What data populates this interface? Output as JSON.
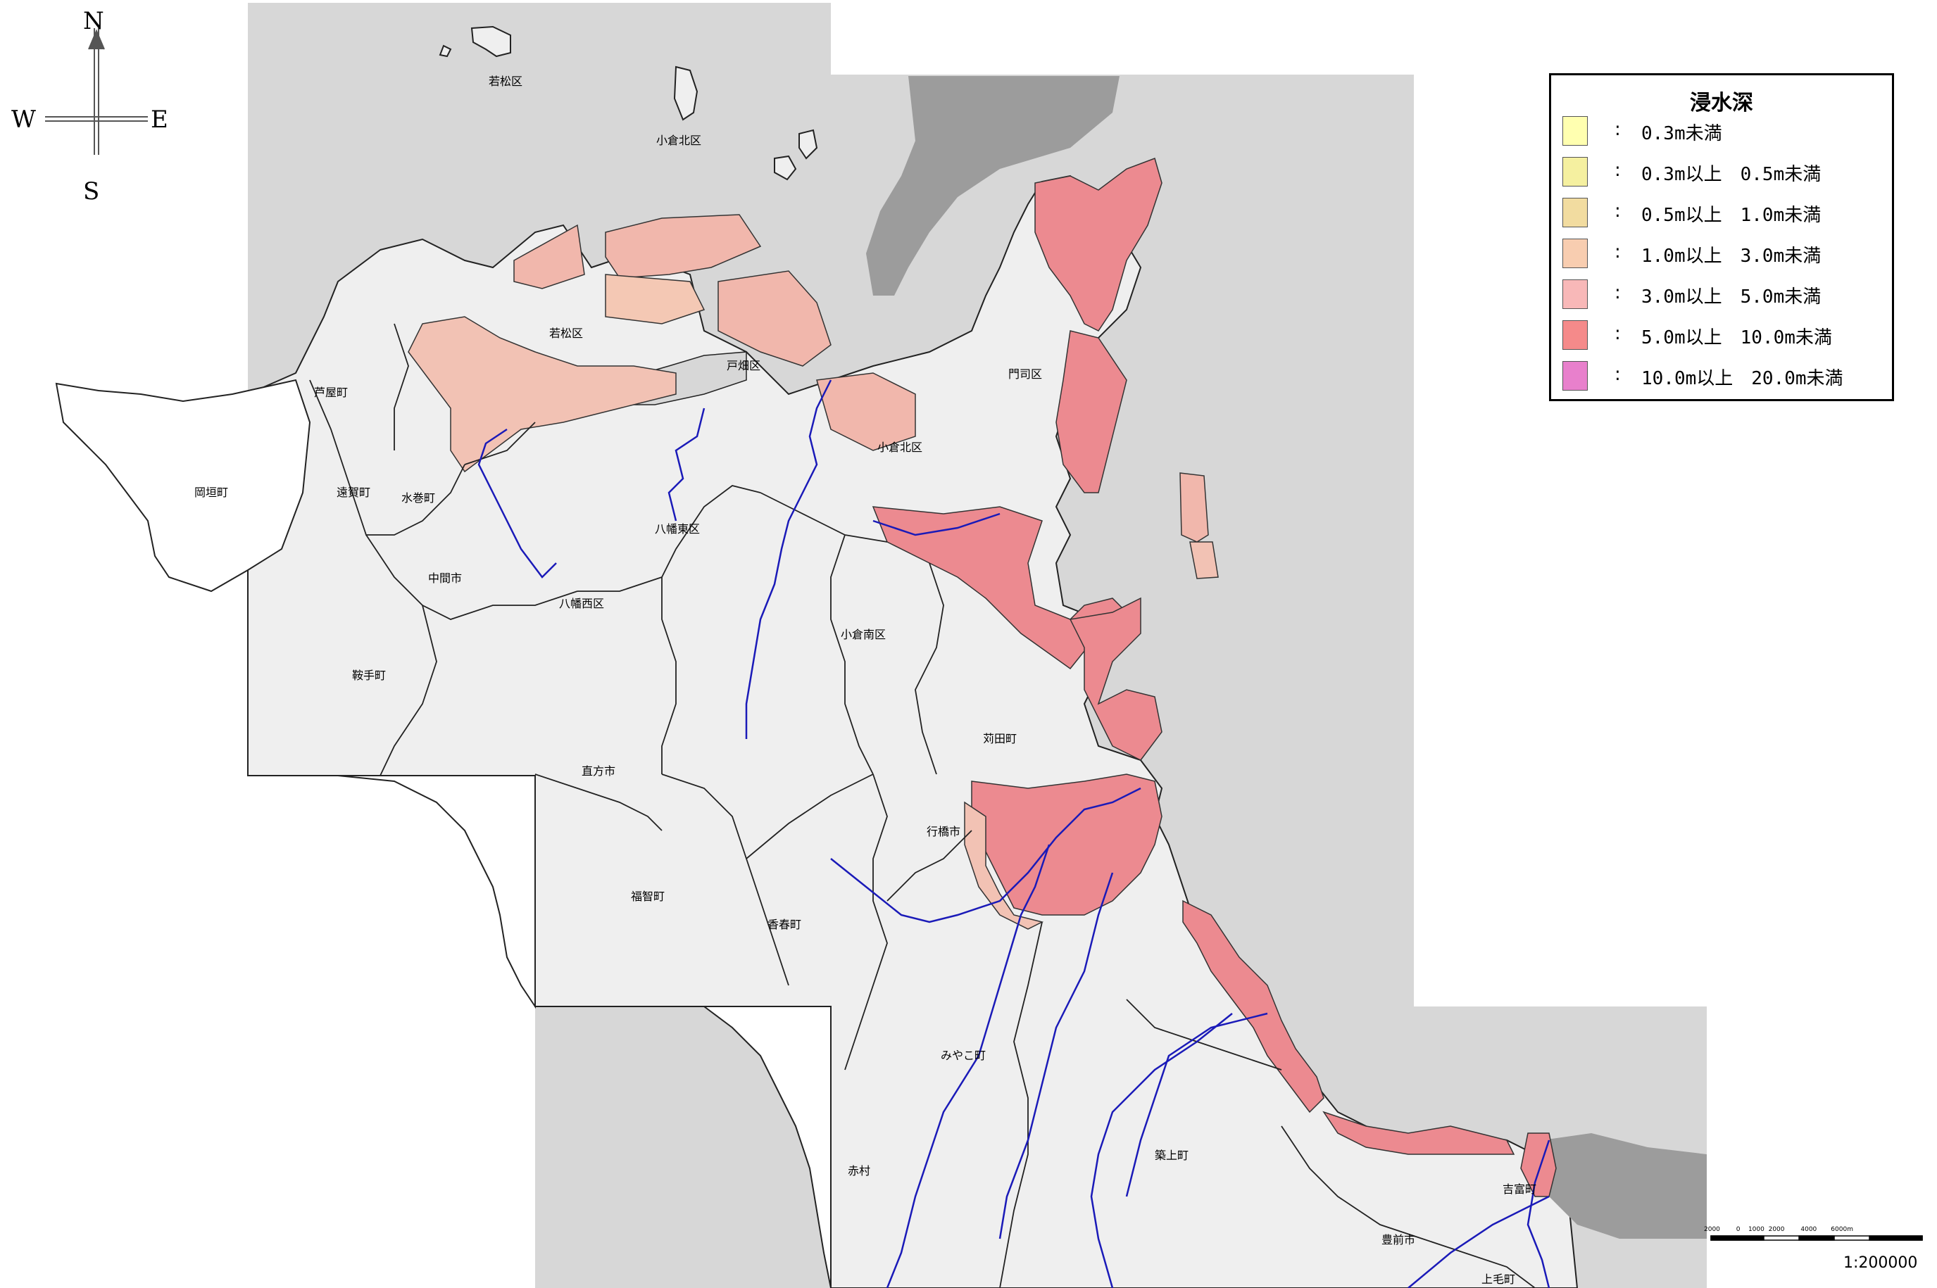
{
  "compass": {
    "north": "N",
    "south": "S",
    "east": "E",
    "west": "W"
  },
  "legend": {
    "title": "浸水深",
    "items": [
      {
        "label": "0.3m未満",
        "color": "#ffffb0"
      },
      {
        "label": "0.3m以上　0.5m未満",
        "color": "#f5f0a0"
      },
      {
        "label": "0.5m以上　1.0m未満",
        "color": "#f2dca0"
      },
      {
        "label": "1.0m以上　3.0m未満",
        "color": "#f8cdb0"
      },
      {
        "label": "3.0m以上　5.0m未満",
        "color": "#f8b8b8"
      },
      {
        "label": "5.0m以上　10.0m未満",
        "color": "#f58a8a"
      },
      {
        "label": "10.0m以上　20.0m未満",
        "color": "#e880cc"
      }
    ]
  },
  "places": {
    "wakamatsu_top": "若松区",
    "kokurakita_top": "小倉北区",
    "wakamatsu": "若松区",
    "tobata": "戸畑区",
    "mojiku": "門司区",
    "kokurakita": "小倉北区",
    "ashiya": "芦屋町",
    "okagaki": "岡垣町",
    "ongacho": "遠賀町",
    "mizumaki": "水巻町",
    "nakama": "中間市",
    "yahatahigashi": "八幡東区",
    "yahatanishi": "八幡西区",
    "kokuraminami": "小倉南区",
    "kurate": "鞍手町",
    "nogata": "直方市",
    "kanda": "苅田町",
    "yukuhashi": "行橋市",
    "fukuchi": "福智町",
    "kawara": "香春町",
    "miyako": "みやこ町",
    "akamura": "赤村",
    "chikujo": "築上町",
    "yoshitomi": "吉富町",
    "buzen": "豊前市",
    "koge": "上毛町"
  },
  "scale": {
    "ticks": "2000        0    1000  2000        4000       6000m",
    "ratio": "1:200000"
  }
}
